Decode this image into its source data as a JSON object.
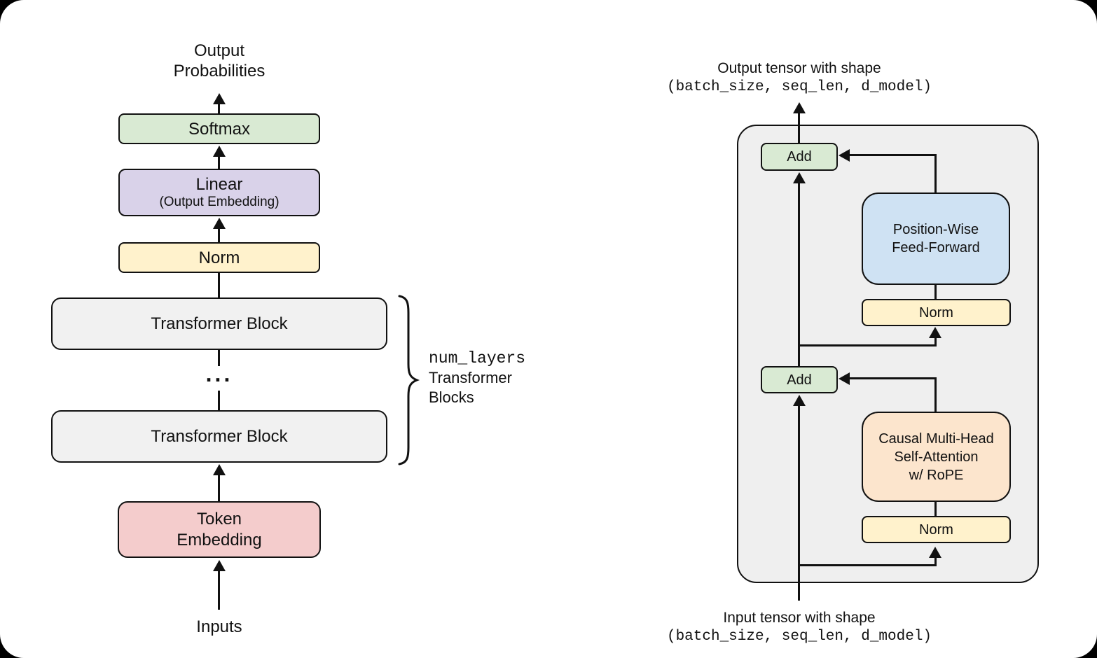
{
  "colors": {
    "box_green": "#d9ead3",
    "box_purple": "#d9d2e9",
    "box_yellow": "#fff2cc",
    "box_gray": "#f1f1f1",
    "box_pink": "#f4cccc",
    "box_blue": "#cfe2f3",
    "box_tan": "#fce5cd",
    "container_gray": "#efefef",
    "line_color": "#111111"
  },
  "left_diagram": {
    "output_label": {
      "line1": "Output",
      "line2": "Probabilities"
    },
    "softmax_label": "Softmax",
    "linear_label": "Linear",
    "linear_sublabel": "(Output Embedding)",
    "norm_label": "Norm",
    "transformer_block_top_label": "Transformer Block",
    "ellipsis": "...",
    "transformer_block_bottom_label": "Transformer Block",
    "token_embedding_label": {
      "line1": "Token",
      "line2": "Embedding"
    },
    "inputs_label": "Inputs",
    "brace_label": {
      "mono": "num_layers",
      "line2": "Transformer",
      "line3": "Blocks"
    }
  },
  "right_diagram": {
    "output_caption": "Output tensor with shape",
    "output_shape": "(batch_size, seq_len, d_model)",
    "add_top_label": "Add",
    "feed_forward_label": {
      "line1": "Position-Wise",
      "line2": "Feed-Forward"
    },
    "norm_top_label": "Norm",
    "add_bottom_label": "Add",
    "attention_label": {
      "line1": "Causal Multi-Head",
      "line2": "Self-Attention",
      "line3": "w/ RoPE"
    },
    "norm_bottom_label": "Norm",
    "input_caption": "Input tensor with shape",
    "input_shape": "(batch_size, seq_len, d_model)"
  }
}
